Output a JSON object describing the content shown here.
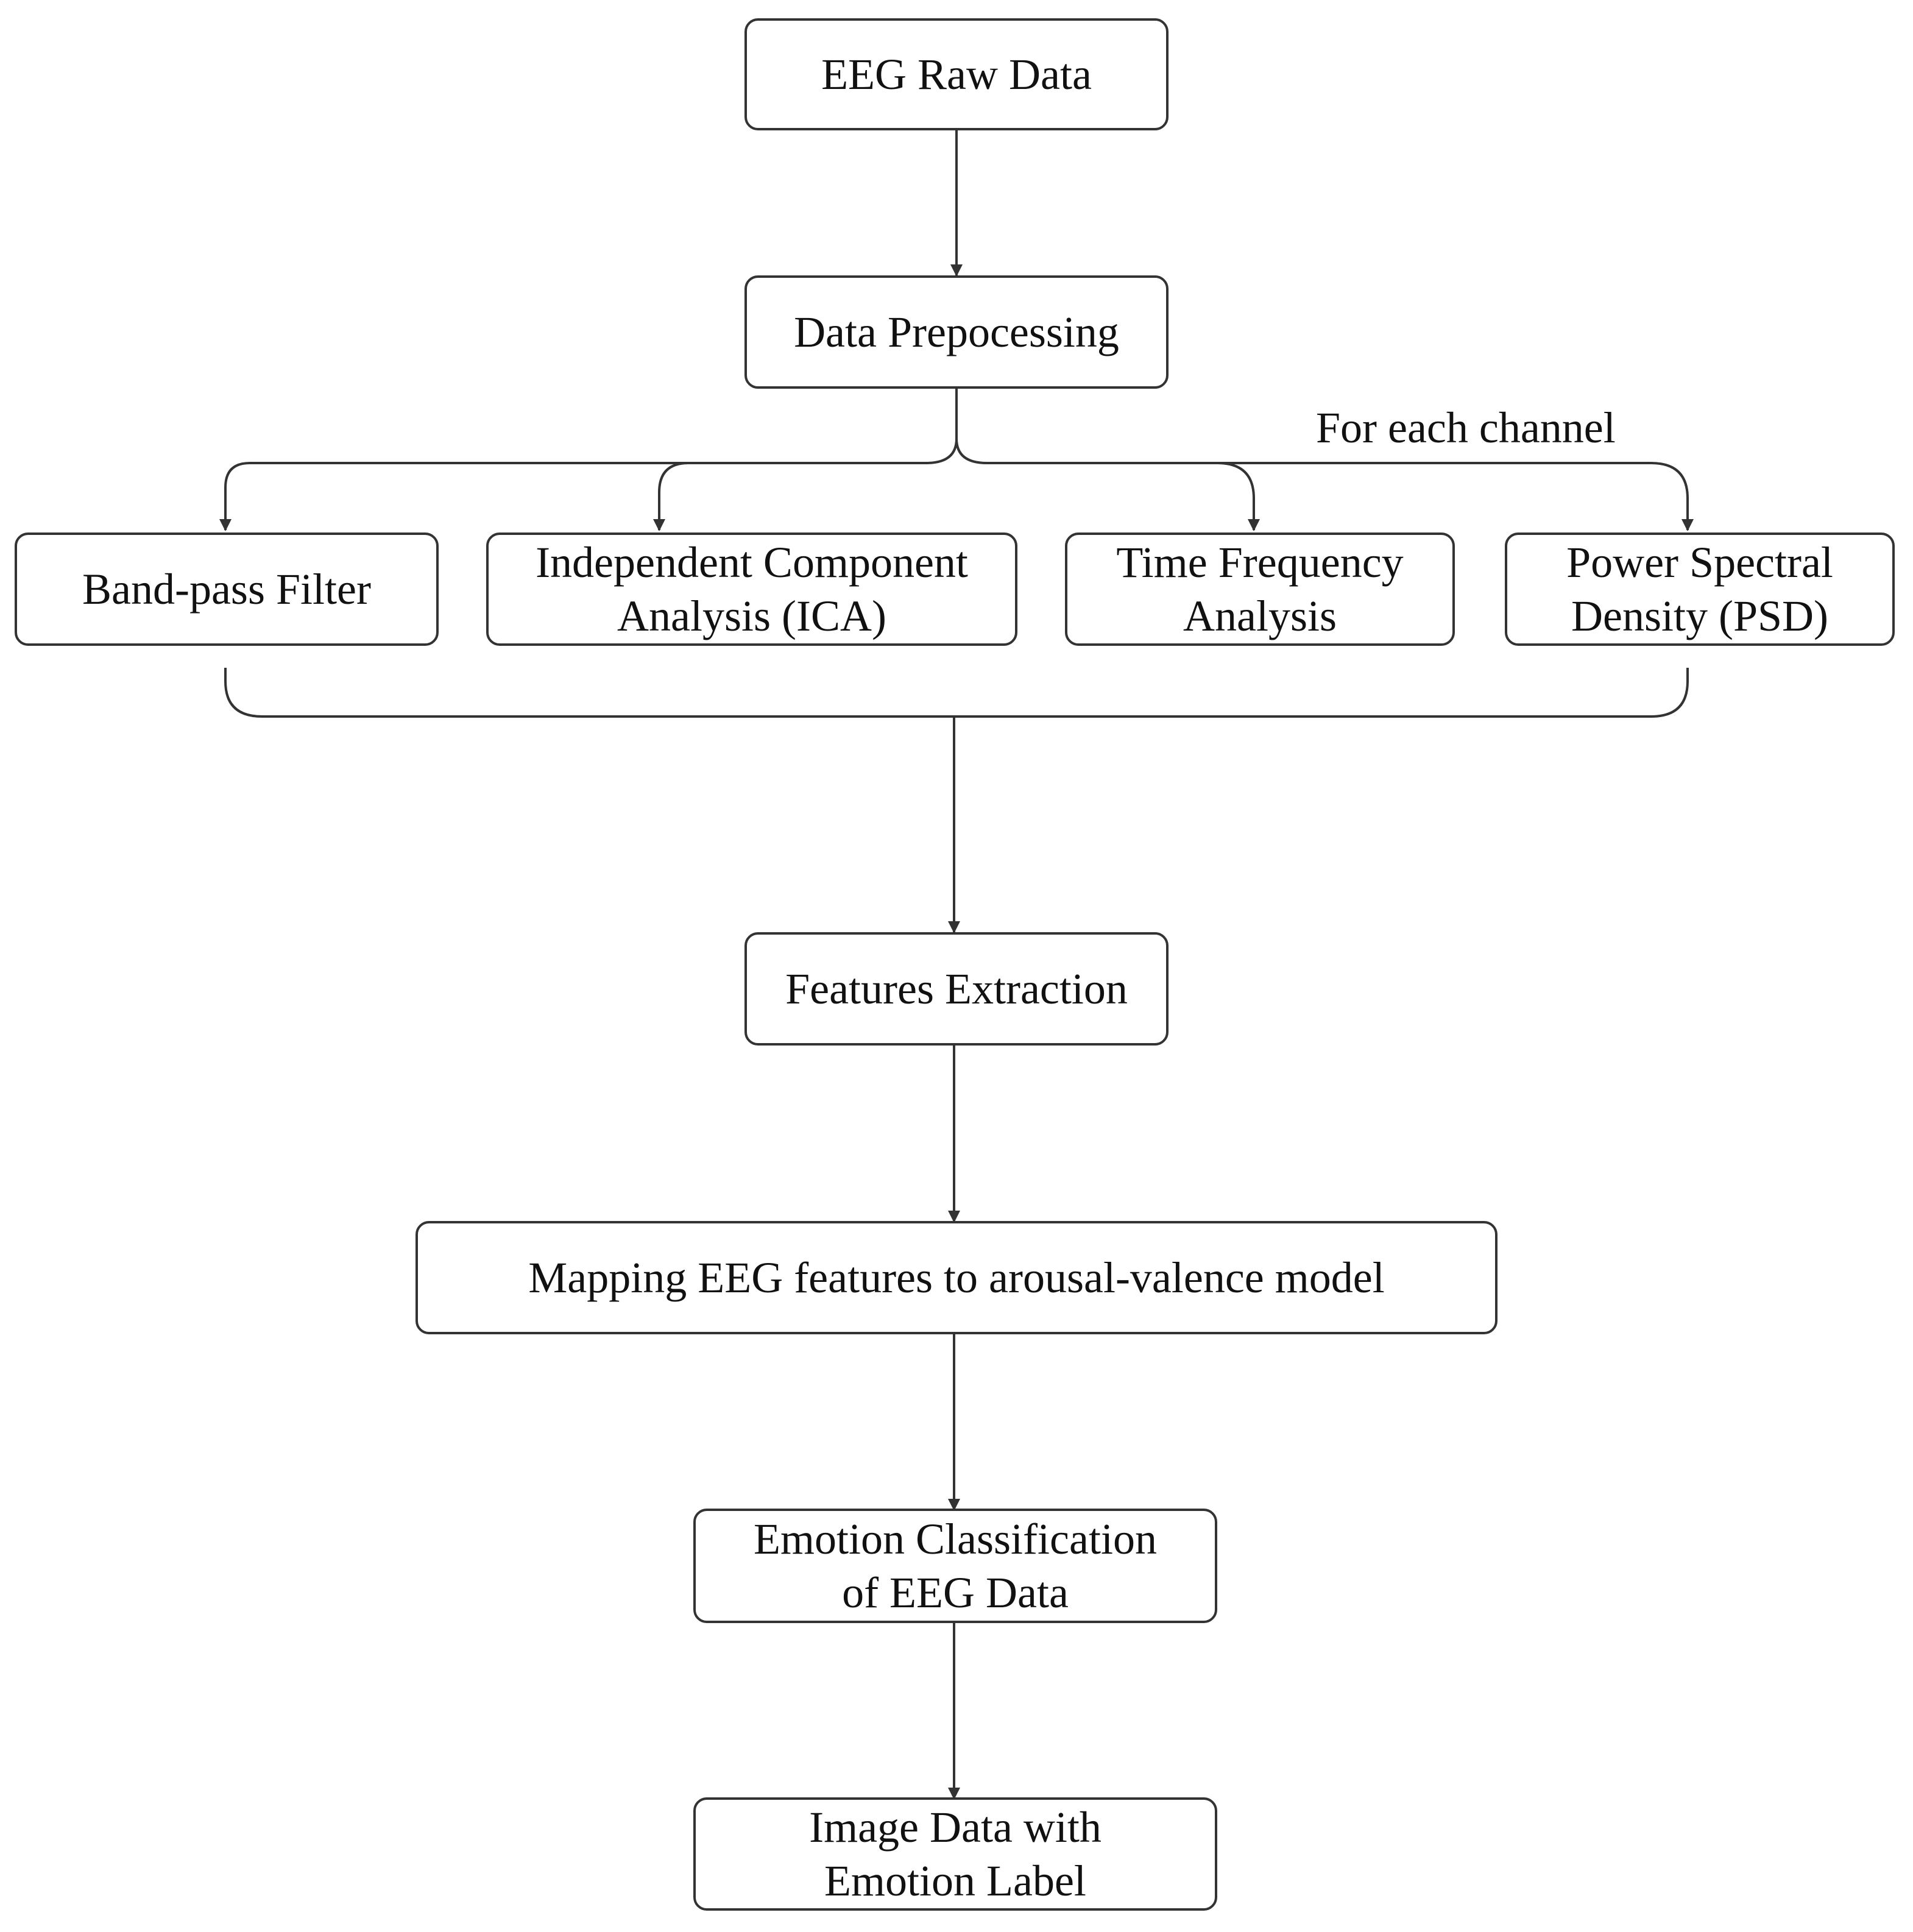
{
  "nodes": {
    "eeg_raw_data": "EEG Raw Data",
    "data_preprocessing": "Data Prepocessing",
    "band_pass_filter": "Band-pass Filter",
    "ica": [
      "Independent Component",
      "Analysis (ICA)"
    ],
    "time_frequency": [
      "Time Frequency",
      "Analysis"
    ],
    "psd": [
      "Power Spectral",
      "Density (PSD)"
    ],
    "features_extraction": "Features Extraction",
    "mapping": "Mapping EEG features to arousal-valence model",
    "emotion_classification": [
      "Emotion Classification",
      "of EEG Data"
    ],
    "image_data": [
      "Image Data with",
      "Emotion Label"
    ]
  },
  "annotations": {
    "for_each_channel": "For each channel"
  },
  "colors": {
    "stroke": "#333333",
    "text": "#111111",
    "background": "#ffffff"
  }
}
